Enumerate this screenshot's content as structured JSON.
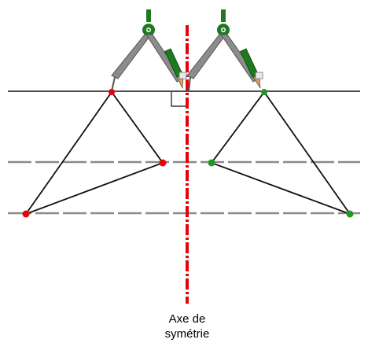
{
  "caption": {
    "line1": "Axe de",
    "line2": "symétrie"
  },
  "colors": {
    "axis": "#e8000b",
    "original_points": "#e8000b",
    "image_points": "#1f9a1f",
    "compass_body": "#7f7f7f",
    "compass_head": "#1f7a1f",
    "lines": "#111111",
    "guides": "#8a8a8a"
  },
  "icons": {
    "left_compass": "compass-icon",
    "right_compass": "compass-icon",
    "right_angle": "right-angle-marker"
  }
}
